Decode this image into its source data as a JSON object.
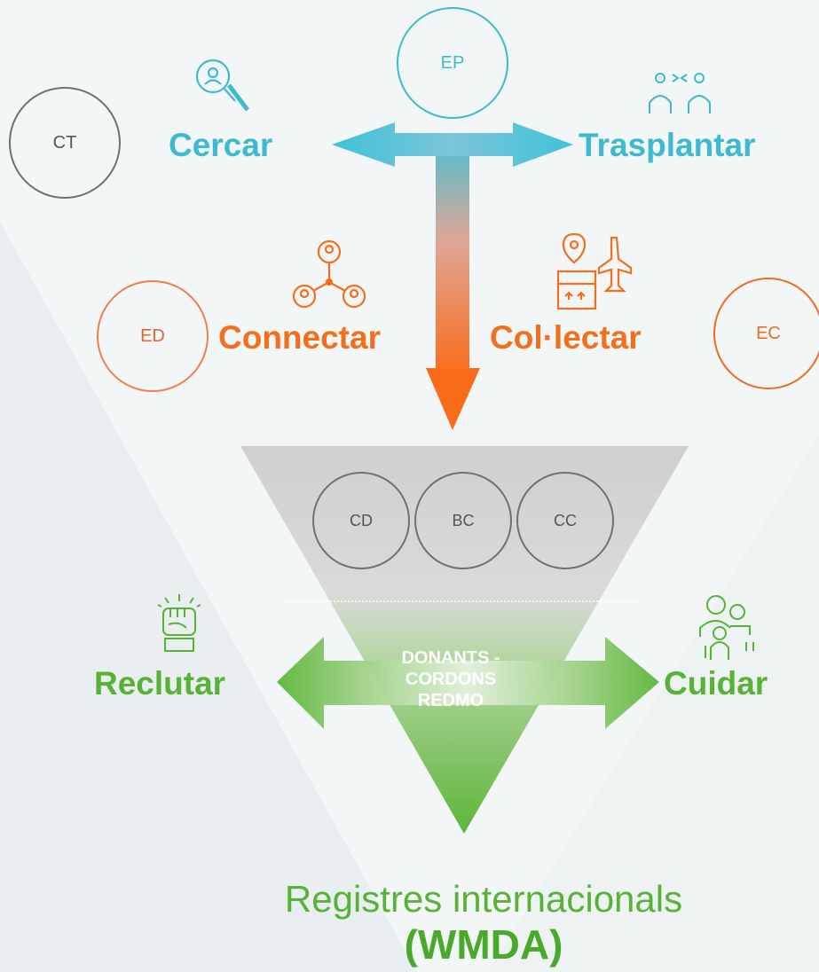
{
  "nodes": {
    "ep": "EP",
    "ct": "CT",
    "ed": "ED",
    "ec": "EC",
    "cd": "CD",
    "bc": "BC",
    "cc": "CC"
  },
  "actions": {
    "cercar": "Cercar",
    "trasplantar": "Trasplantar",
    "connectar": "Connectar",
    "collectar": "Col·lectar",
    "reclutar": "Reclutar",
    "cuidar": "Cuidar"
  },
  "center": {
    "line1": "DONANTS -",
    "line2": "CORDONS",
    "line3": "REDMO"
  },
  "footer": {
    "title": "Registres internacionals",
    "subtitle": "(WMDA)"
  },
  "colors": {
    "blue": "#3dbad0",
    "orange": "#f36f1b",
    "green": "#58b236",
    "grey": "#707070"
  },
  "icons": {
    "cercar": "search-person-icon",
    "trasplantar": "transfer-people-icon",
    "connectar": "network-people-icon",
    "collectar": "collect-ship-icon",
    "reclutar": "raised-fist-icon",
    "cuidar": "caregiver-icon"
  }
}
